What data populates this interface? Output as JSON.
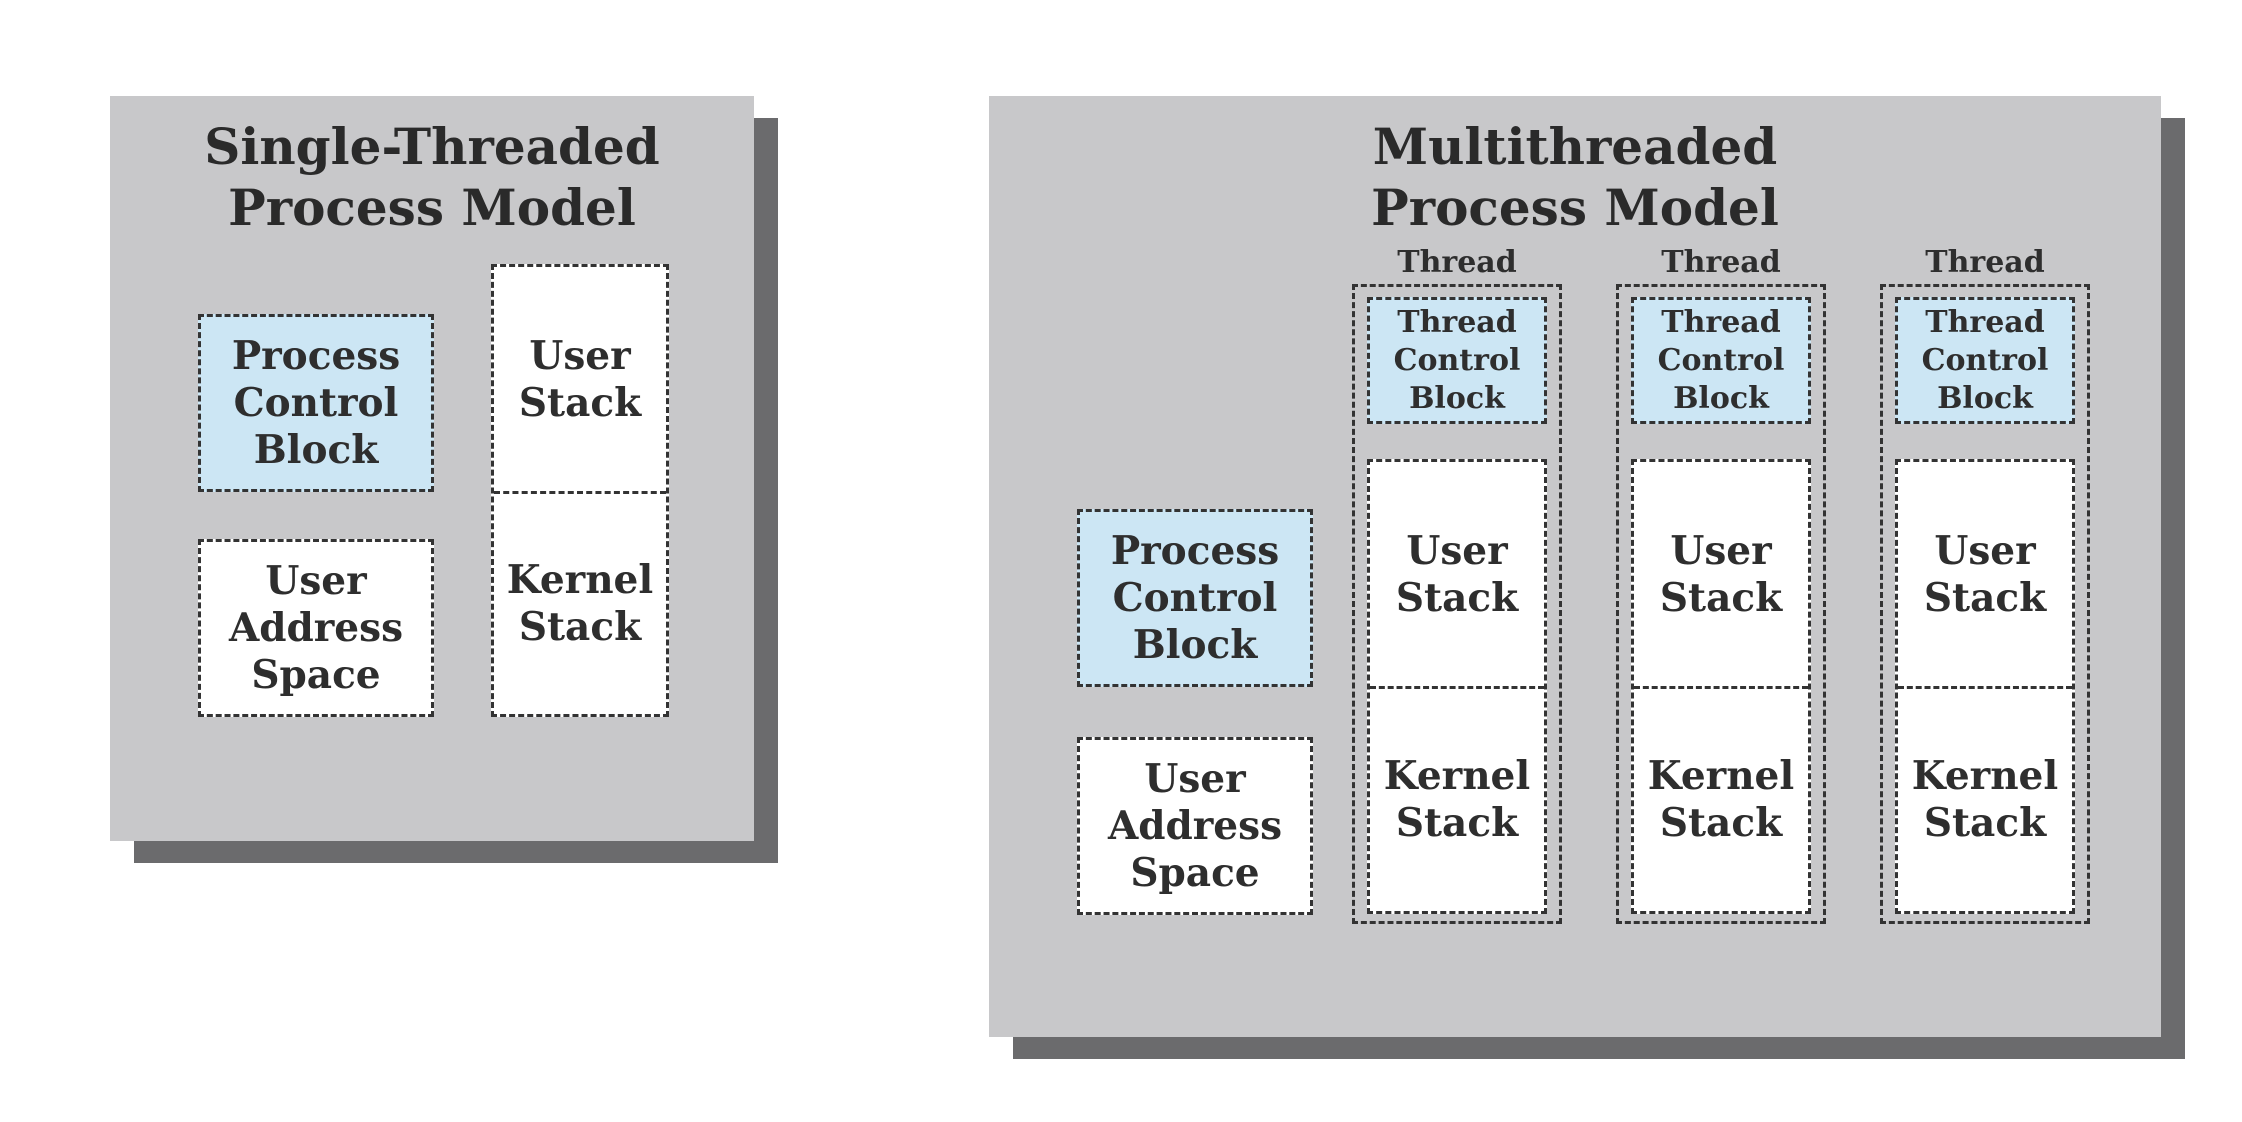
{
  "single": {
    "title": "Single-Threaded\nProcess Model",
    "pcb": "Process\nControl\nBlock",
    "address_space": "User\nAddress\nSpace",
    "user_stack": "User\nStack",
    "kernel_stack": "Kernel\nStack"
  },
  "multi": {
    "title": "Multithreaded\nProcess Model",
    "pcb": "Process\nControl\nBlock",
    "address_space": "User\nAddress\nSpace",
    "threads": [
      {
        "label": "Thread",
        "tcb": "Thread\nControl\nBlock",
        "user_stack": "User\nStack",
        "kernel_stack": "Kernel\nStack"
      },
      {
        "label": "Thread",
        "tcb": "Thread\nControl\nBlock",
        "user_stack": "User\nStack",
        "kernel_stack": "Kernel\nStack"
      },
      {
        "label": "Thread",
        "tcb": "Thread\nControl\nBlock",
        "user_stack": "User\nStack",
        "kernel_stack": "Kernel\nStack"
      }
    ]
  },
  "colors": {
    "panel": "#c8c8ca",
    "shadow": "#6b6b6d",
    "control_block": "#cce6f4"
  }
}
